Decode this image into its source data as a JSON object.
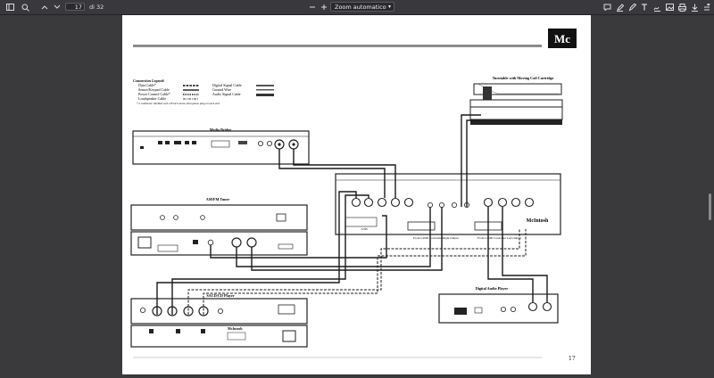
{
  "toolbar": {
    "page_current": "17",
    "page_total_label": "di 32",
    "zoom_value": "Zoom automatico",
    "icons": [
      "sidebar-toggle-icon",
      "search-icon",
      "previous-page-icon",
      "next-page-icon",
      "zoom-out-icon",
      "zoom-in-icon",
      "comment-icon",
      "highlight-icon",
      "draw-icon",
      "text-icon",
      "signature-icon",
      "image-icon",
      "print-icon",
      "save-icon",
      "menu-icon"
    ]
  },
  "document": {
    "brand_logo": "Mc",
    "legend_title": "Connection Legend:",
    "legend_items": [
      "Data Cable*",
      "Sensor/Keypad Cable",
      "Power Control Cable*",
      "Loudspeaker Cable",
      "Digital Signal Cable",
      "Ground Wire",
      "Audio Signal Cable"
    ],
    "legend_footnote": "* 2 conductor shielded with 1/8 inch stereo mini phone plug on each end",
    "components": {
      "media_bridge": "Media Bridge",
      "tuner": "AM/FM Tuner",
      "cd_player": "SACD/CD Player",
      "turntable": "Turntable with Moving Coil Cartridge",
      "preamp_brand": "McIntosh",
      "digital_audio_player": "Digital Audio Player"
    },
    "notes": {
      "from_right": "From C2000 Controller Right Output",
      "from_left": "From C2000 Controller Left Output",
      "usb": "USB"
    },
    "page_number": "17"
  }
}
